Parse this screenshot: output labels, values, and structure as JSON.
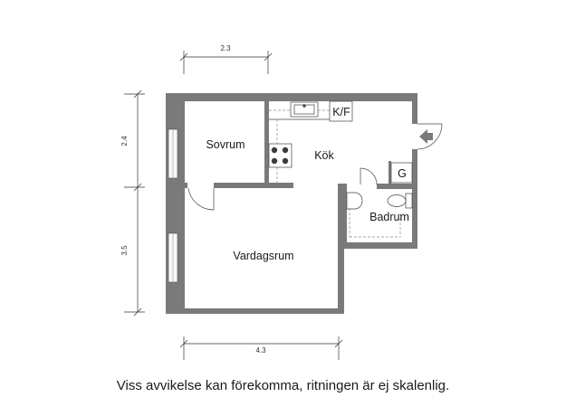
{
  "rooms": {
    "sovrum": "Sovrum",
    "kok": "Kök",
    "kf": "K/F",
    "g": "G",
    "badrum": "Badrum",
    "vardagsrum": "Vardagsrum"
  },
  "dimensions": {
    "top": "2.3",
    "left_upper": "2.4",
    "left_lower": "3.5",
    "bottom": "4.3"
  },
  "caption": "Viss avvikelse kan förekomma, ritningen är ej skalenlig.",
  "colors": {
    "wall": "#7a7a7a",
    "line": "#333333",
    "dashed": "#8a8a8a",
    "window": "#f7f7f7"
  }
}
